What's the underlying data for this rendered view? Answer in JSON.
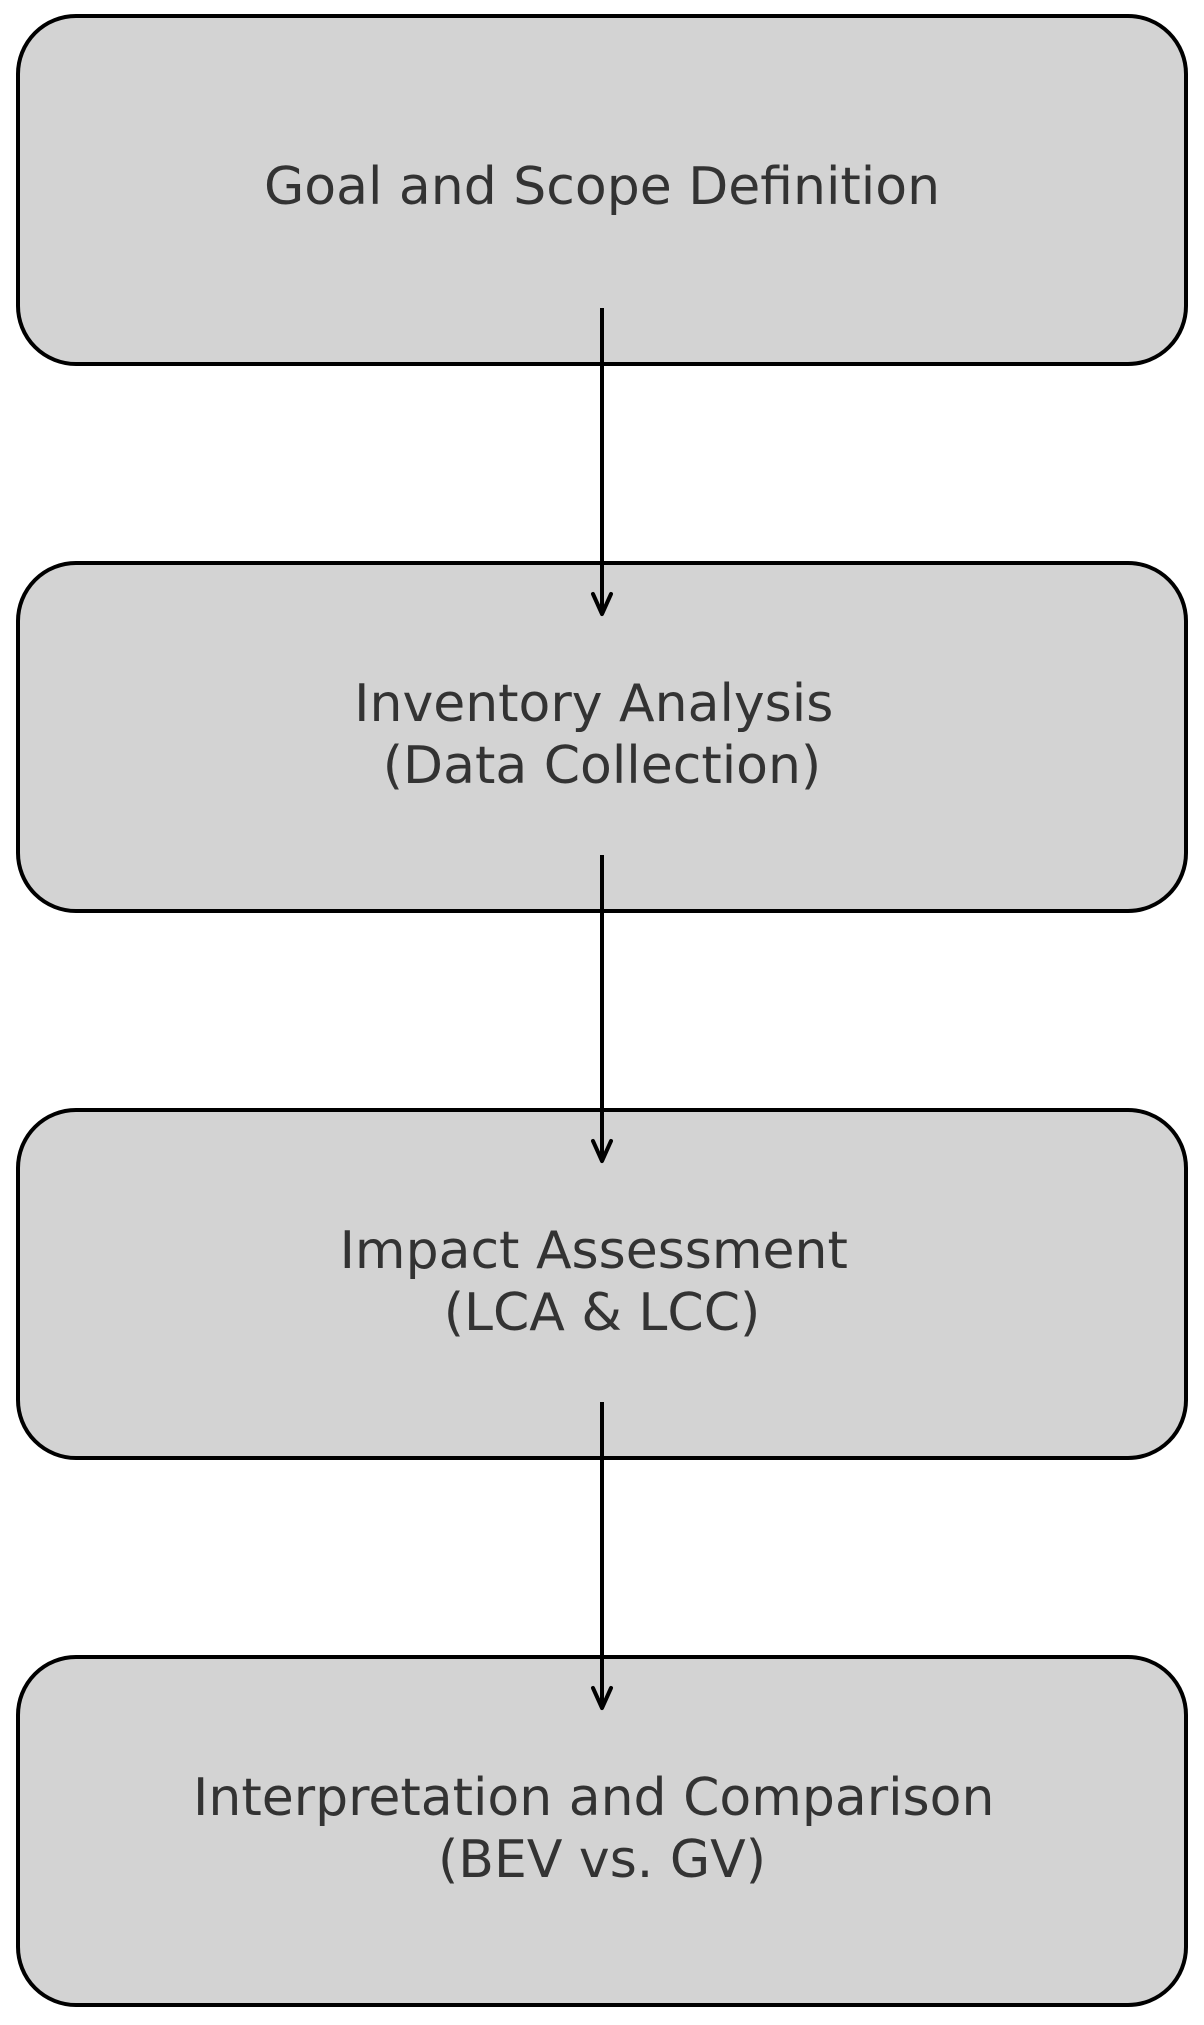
{
  "colors": {
    "box_fill": "#d3d3d3",
    "box_stroke": "#000000",
    "text": "#333333",
    "arrow": "#000000",
    "background": "#ffffff"
  },
  "steps": [
    {
      "id": "goal-scope",
      "lines": [
        "Goal and Scope Definition"
      ]
    },
    {
      "id": "inventory-analysis",
      "lines": [
        "Inventory Analysis",
        "(Data Collection)"
      ]
    },
    {
      "id": "impact-assessment",
      "lines": [
        "Impact Assessment",
        "(LCA & LCC)"
      ]
    },
    {
      "id": "interpretation-comparison",
      "lines": [
        "Interpretation and Comparison",
        "(BEV vs. GV)"
      ]
    }
  ],
  "flows": [
    {
      "from": "goal-scope",
      "to": "inventory-analysis"
    },
    {
      "from": "inventory-analysis",
      "to": "impact-assessment"
    },
    {
      "from": "impact-assessment",
      "to": "interpretation-comparison"
    }
  ]
}
